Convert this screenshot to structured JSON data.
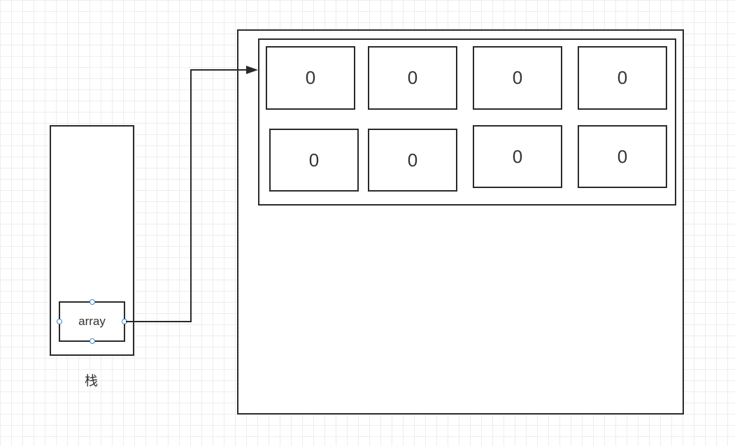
{
  "stack": {
    "label": "栈",
    "variable": "array"
  },
  "heap": {
    "cells": [
      "0",
      "0",
      "0",
      "0",
      "0",
      "0",
      "0",
      "0"
    ]
  },
  "colors": {
    "stroke": "#2a2a2a",
    "handle": "#3a86c8",
    "grid": "#ededed",
    "text": "#333333"
  }
}
